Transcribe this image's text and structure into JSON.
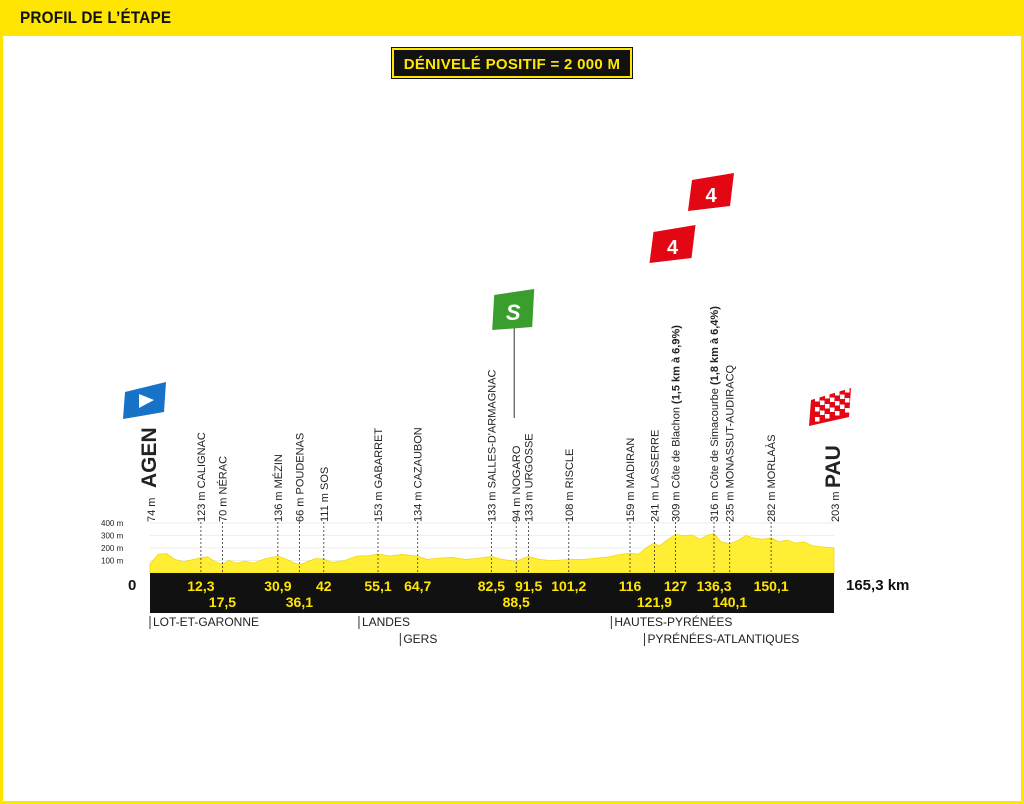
{
  "header": {
    "title": "PROFIL DE L’ÉTAPE"
  },
  "badge": {
    "text": "DÉNIVELÉ POSITIF = 2 000 M"
  },
  "colors": {
    "yellow": "#ffe600",
    "profile": "#ffee33",
    "black": "#111111",
    "climb_red": "#e30613",
    "sprint_green": "#3a9e2e",
    "start_blue": "#1673c8"
  },
  "chart_data": {
    "type": "area",
    "title": "",
    "xlabel": "",
    "ylabel": "",
    "xlim": [
      0,
      165.3
    ],
    "ylim": [
      0,
      400
    ],
    "y_ticks": [
      "400 m",
      "300 m",
      "200 m",
      "100 m"
    ],
    "start_label": "0",
    "end_label": "165,3 km",
    "start": {
      "town": "AGEN",
      "elevation": "74 m"
    },
    "finish": {
      "town": "PAU",
      "elevation": "203 m"
    },
    "profile": {
      "x": [
        0,
        2,
        4,
        6,
        8,
        10,
        12.3,
        14,
        15.5,
        17.5,
        19,
        21,
        23,
        25,
        28,
        30.9,
        33,
        35,
        36.1,
        38,
        40,
        42,
        44,
        47,
        50,
        53,
        55.1,
        58,
        61,
        64.7,
        67,
        70,
        73,
        76,
        79,
        82.5,
        85,
        88.5,
        90,
        91.5,
        94,
        97,
        101.2,
        105,
        108,
        111,
        113,
        116,
        118,
        120,
        121.9,
        123,
        125,
        127,
        129,
        131,
        133,
        134.5,
        136.3,
        138,
        140.1,
        142,
        144,
        146,
        148,
        150.1,
        152,
        154,
        156,
        158,
        160,
        162,
        165.3
      ],
      "y": [
        74,
        150,
        155,
        110,
        90,
        105,
        123,
        130,
        95,
        70,
        100,
        80,
        95,
        80,
        115,
        136,
        110,
        80,
        66,
        90,
        115,
        111,
        85,
        100,
        135,
        140,
        153,
        135,
        150,
        134,
        110,
        120,
        125,
        110,
        115,
        133,
        110,
        94,
        115,
        133,
        110,
        100,
        108,
        110,
        120,
        130,
        145,
        159,
        150,
        205,
        241,
        215,
        265,
        309,
        300,
        305,
        270,
        300,
        316,
        250,
        235,
        260,
        300,
        280,
        270,
        282,
        250,
        265,
        240,
        250,
        220,
        210,
        203
      ]
    },
    "waypoints": [
      {
        "label": "123 m CALIGNAC",
        "km": "12,3",
        "x": 12.3,
        "row": 1
      },
      {
        "label": "70 m NÉRAC",
        "km": "17,5",
        "x": 17.5,
        "row": 2
      },
      {
        "label": "136 m MÉZIN",
        "km": "30,9",
        "x": 30.9,
        "row": 1
      },
      {
        "label": "66 m POUDENAS",
        "km": "36,1",
        "x": 36.1,
        "row": 2
      },
      {
        "label": "111 m SOS",
        "km": "42",
        "x": 42,
        "row": 1
      },
      {
        "label": "153 m GABARRET",
        "km": "55,1",
        "x": 55.1,
        "row": 1
      },
      {
        "label": "134 m CAZAUBON",
        "km": "64,7",
        "x": 64.7,
        "row": 1
      },
      {
        "label": "133 m SALLES-D'ARMAGNAC",
        "km": "82,5",
        "x": 82.5,
        "row": 1
      },
      {
        "label": "94 m NOGARO",
        "km": "88,5",
        "x": 88.5,
        "row": 2
      },
      {
        "label": "133 m URGOSSE",
        "km": "91,5",
        "x": 91.5,
        "row": 1
      },
      {
        "label": "108 m RISCLE",
        "km": "101,2",
        "x": 101.2,
        "row": 1
      },
      {
        "label": "159 m MADIRAN",
        "km": "116",
        "x": 116,
        "row": 1
      },
      {
        "label": "241 m LASSERRE",
        "km": "121,9",
        "x": 121.9,
        "row": 2
      },
      {
        "label": "309 m Côte de Blachon",
        "climb": "(1,5 km à 6,9%)",
        "km": "127",
        "x": 127,
        "row": 1
      },
      {
        "label": "316 m Côte de Simacourbe",
        "climb": "(1,8 km à 6,4%)",
        "km": "136,3",
        "x": 136.3,
        "row": 1
      },
      {
        "label": "235 m MONASSUT-AUDIRACQ",
        "km": "140,1",
        "x": 140.1,
        "row": 2
      },
      {
        "label": "282 m MORLAÀS",
        "km": "150,1",
        "x": 150.1,
        "row": 1
      }
    ],
    "markers": [
      {
        "kind": "sprint",
        "text": "S",
        "x": 88.5
      },
      {
        "kind": "climb",
        "text": "4",
        "x": 127
      },
      {
        "kind": "climb",
        "text": "4",
        "x": 136.3
      }
    ],
    "departments": [
      {
        "label": "LOT-ET-GARONNE",
        "x": 0,
        "row": 1
      },
      {
        "label": "LANDES",
        "x": 50.5,
        "row": 1
      },
      {
        "label": "GERS",
        "x": 60.5,
        "row": 2
      },
      {
        "label": "HAUTES-PYRÉNÉES",
        "x": 111.5,
        "row": 1
      },
      {
        "label": "PYRÉNÉES-ATLANTIQUES",
        "x": 119.5,
        "row": 2
      }
    ]
  }
}
